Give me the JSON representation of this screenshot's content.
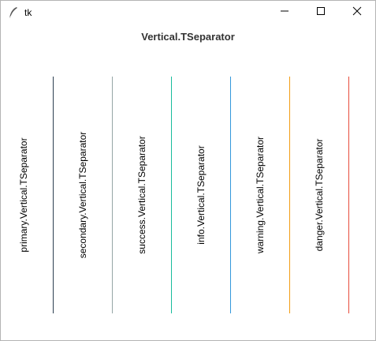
{
  "window": {
    "title": "tk"
  },
  "heading": "Vertical.TSeparator",
  "separators": [
    {
      "label": "primary.Vertical.TSeparator",
      "color": "#2c3e50"
    },
    {
      "label": "secondary.Vertical.TSeparator",
      "color": "#95a5a6"
    },
    {
      "label": "success.Vertical.TSeparator",
      "color": "#18bc9c"
    },
    {
      "label": "info.Vertical.TSeparator",
      "color": "#3498db"
    },
    {
      "label": "warning.Vertical.TSeparator",
      "color": "#f39c12"
    },
    {
      "label": "danger.Vertical.TSeparator",
      "color": "#e74c3c"
    }
  ]
}
